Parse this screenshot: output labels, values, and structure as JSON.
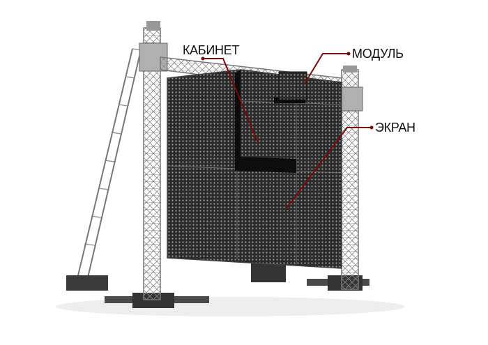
{
  "labels": {
    "cabinet": "КАБИНЕТ",
    "module": "МОДУЛЬ",
    "screen": "ЭКРАН"
  },
  "colors": {
    "leader_line": "#7a0a0a",
    "screen": "#2a2a2a",
    "truss": "#9a9a9a"
  }
}
